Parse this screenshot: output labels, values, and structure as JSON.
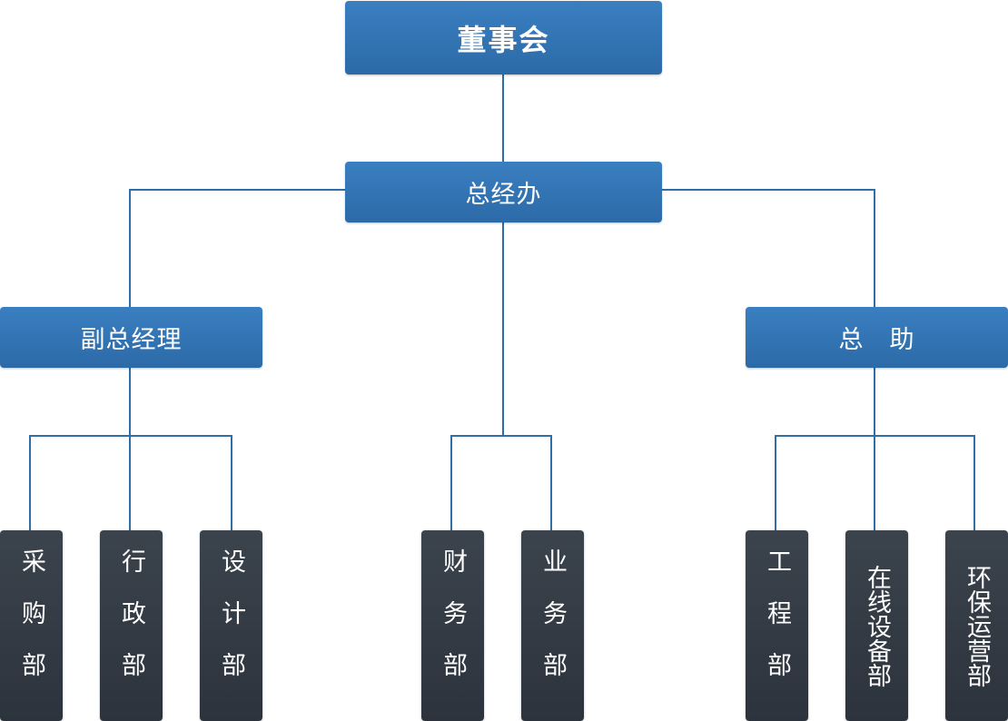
{
  "chart": {
    "board": "董事会",
    "office": "总经办",
    "deputy_gm": "副总经理",
    "assistant": "总　助",
    "departments": {
      "procurement": "采购部",
      "admin": "行政部",
      "design": "设计部",
      "finance": "财务部",
      "business": "业务部",
      "engineering": "工程部",
      "online_equipment": "在线设备部",
      "env_ops": "环保运营部"
    }
  },
  "colors": {
    "blue_node": "#2f71b0",
    "dark_node": "#333a43",
    "connector": "#2f6ea6"
  }
}
